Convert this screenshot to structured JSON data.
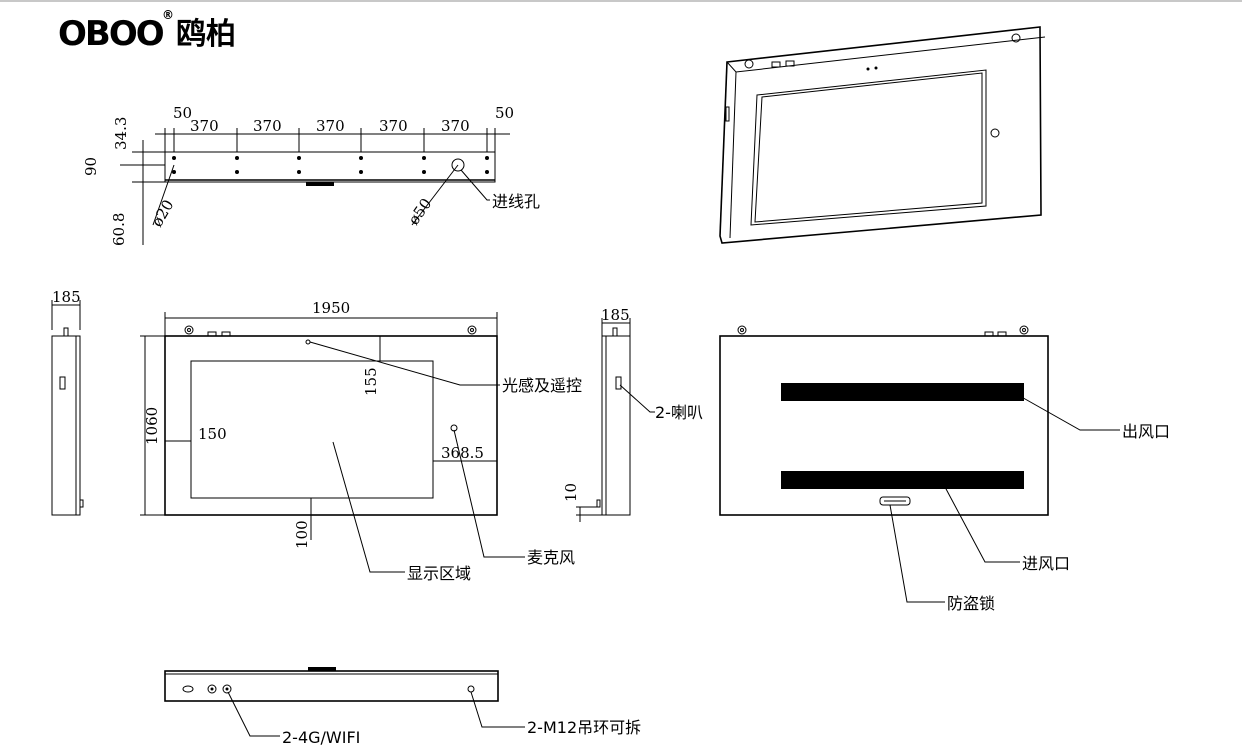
{
  "brand": {
    "logo_latin": "OBOO",
    "logo_cn": "鸥柏",
    "registered_mark": "®"
  },
  "top_view": {
    "spacing_labels": [
      "50",
      "370",
      "370",
      "370",
      "370",
      "370",
      "50"
    ],
    "height_labels": [
      "34.3",
      "90",
      "60.8"
    ],
    "hole_small": "ø20",
    "hole_large": "ø50",
    "cable_hole_label": "进线孔"
  },
  "side_view_left": {
    "depth": "185"
  },
  "front_view": {
    "width": "1950",
    "height": "1060",
    "margin_left": "150",
    "margin_top": "155",
    "margin_bottom": "100",
    "mic_offset": "368.5",
    "light_sensor_label": "光感及遥控",
    "display_area_label": "显示区域",
    "microphone_label": "麦克风"
  },
  "side_view_right": {
    "depth": "185",
    "bottom_offset": "10",
    "speaker_label": "2-喇叭"
  },
  "back_view": {
    "air_outlet_label": "出风口",
    "air_inlet_label": "进风口",
    "anti_theft_lock_label": "防盗锁"
  },
  "bottom_view": {
    "wifi_label": "2-4G/WIFI",
    "hanging_ring_label": "2-M12吊环可拆"
  }
}
